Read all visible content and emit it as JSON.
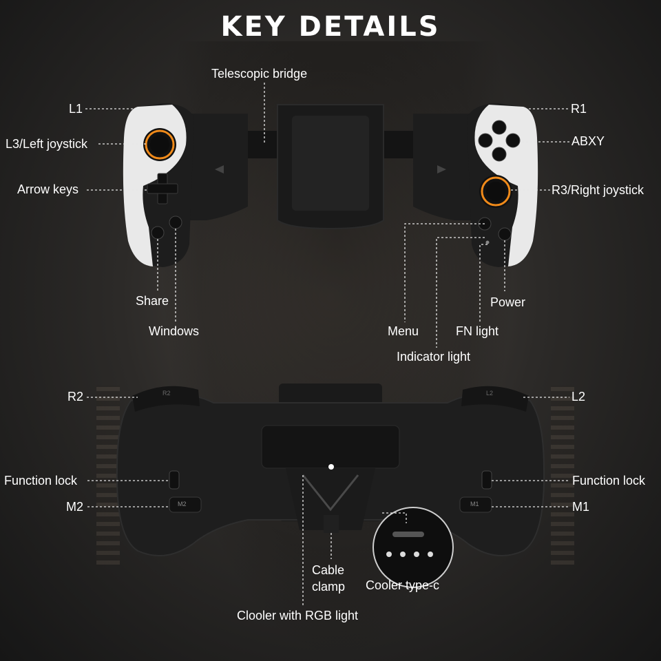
{
  "title": "KEY DETAILS",
  "colors": {
    "accent": "#f08a1a",
    "label": "#ffffff",
    "controller_dark": "#1c1c1c",
    "controller_light": "#e9e9e9"
  },
  "top_labels": {
    "telescopic_bridge": "Telescopic bridge",
    "l1": "L1",
    "r1": "R1",
    "l3_left_joystick": "L3/Left joystick",
    "abxy": "ABXY",
    "arrow_keys": "Arrow keys",
    "r3_right_joystick": "R3/Right joystick",
    "share": "Share",
    "windows": "Windows",
    "power": "Power",
    "menu": "Menu",
    "fn_light": "FN light",
    "indicator_light": "Indicator light"
  },
  "bottom_labels": {
    "r2": "R2",
    "l2": "L2",
    "function_lock_left": "Function lock",
    "function_lock_right": "Function lock",
    "m2": "M2",
    "m1": "M1",
    "cable_clamp_line1": "Cable",
    "cable_clamp_line2": "clamp",
    "cooler_type_c": "Cooler type-c",
    "cooler_rgb": "Clooler with RGB light"
  },
  "device_marks": {
    "m2_button": "M2",
    "m1_button": "M1",
    "r2_trigger": "R2",
    "l2_trigger": "L2"
  }
}
